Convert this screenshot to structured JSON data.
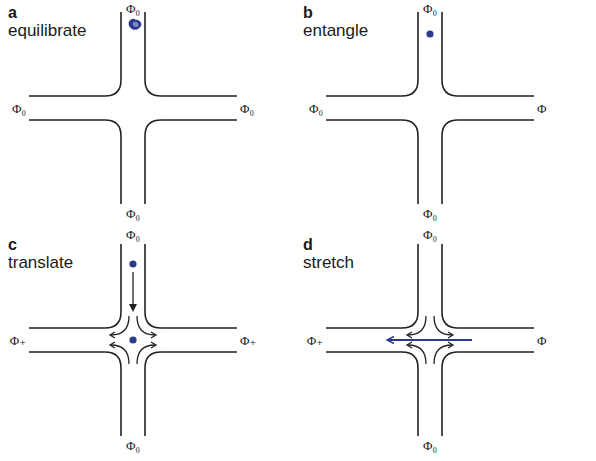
{
  "diagram": {
    "labels": [
      "a",
      "equilibrate",
      "Φ₀",
      "Φ₀",
      "Φ₀",
      "Φ₀",
      "b",
      "entangle",
      "Φ₀",
      "Φ₀",
      "Φ",
      "Φ₀",
      "c",
      "translate",
      "Φ₀",
      "Φ₊",
      "Φ₊",
      "Φ₀",
      "d",
      "stretch",
      "Φ₀",
      "Φ₊",
      "Φ",
      "Φ₀"
    ]
  }
}
